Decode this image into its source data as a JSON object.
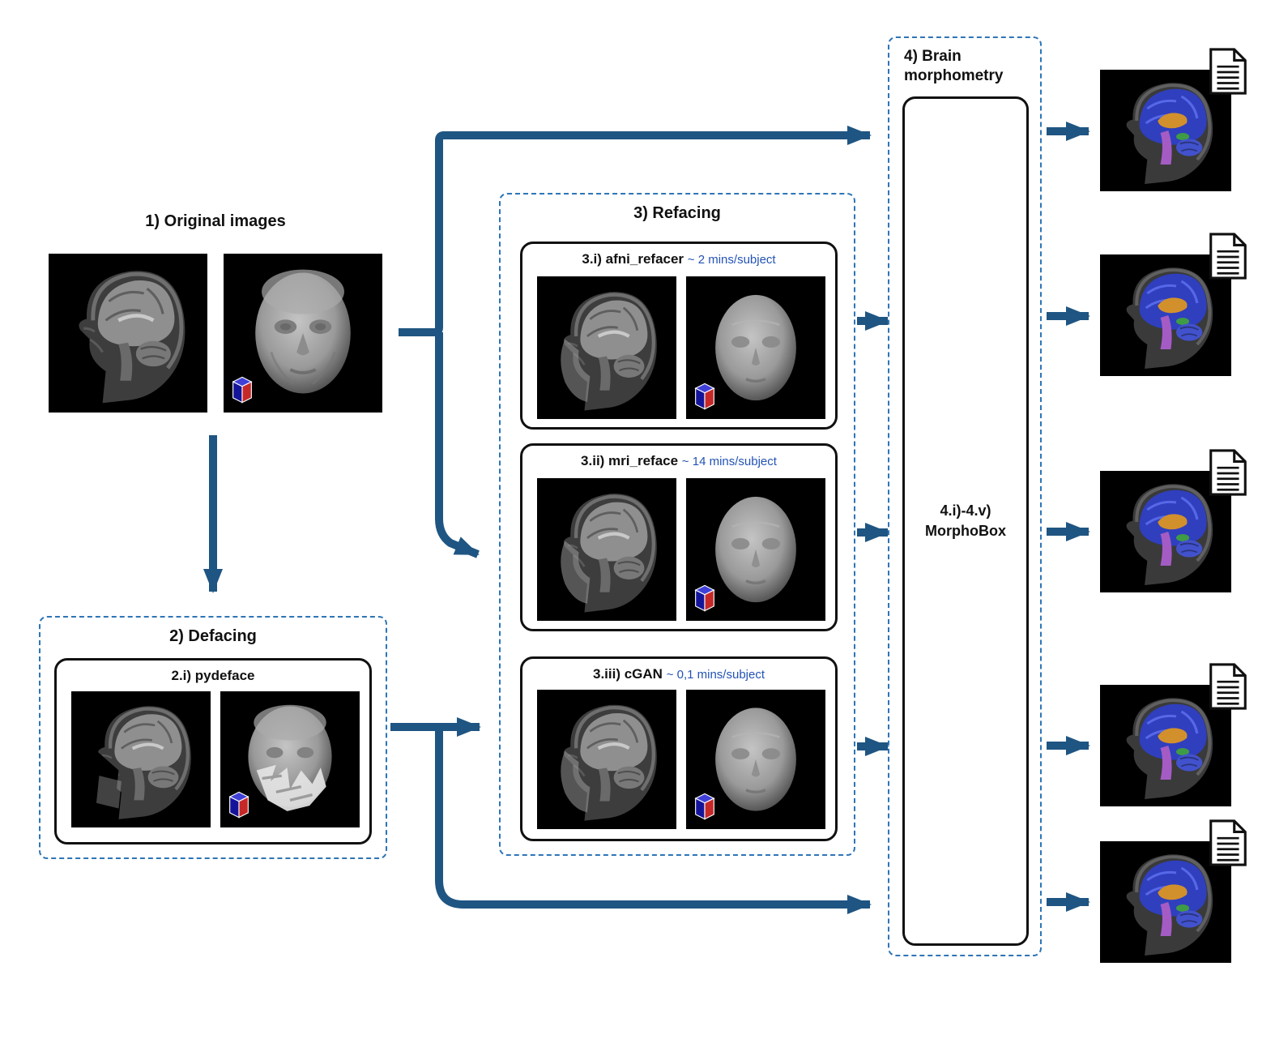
{
  "figure": {
    "steps": {
      "originals": {
        "title": "1) Original images"
      },
      "defacing": {
        "title": "2) Defacing",
        "methods": [
          {
            "name": "2.i) pydeface"
          }
        ]
      },
      "refacing": {
        "title": "3) Refacing",
        "methods": [
          {
            "name": "3.i) afni_refacer",
            "time": "~ 2 mins/subject"
          },
          {
            "name": "3.ii) mri_reface",
            "time": "~ 14 mins/subject"
          },
          {
            "name": "3.iii) cGAN",
            "time": "~ 0,1 mins/subject"
          }
        ]
      },
      "morphometry": {
        "title": "4) Brain morphometry",
        "box_label_line1": "4.i)-4.v)",
        "box_label_line2": "MorphoBox"
      }
    },
    "outputs_count": 5
  },
  "icons": {
    "document": "document-icon",
    "orientation_cube": "orientation-cube-icon"
  },
  "colors": {
    "arrow": "#1f5582",
    "dashed_border": "#2e75b6",
    "time_text": "#2353b5",
    "box_border": "#111111",
    "background": "#ffffff"
  }
}
